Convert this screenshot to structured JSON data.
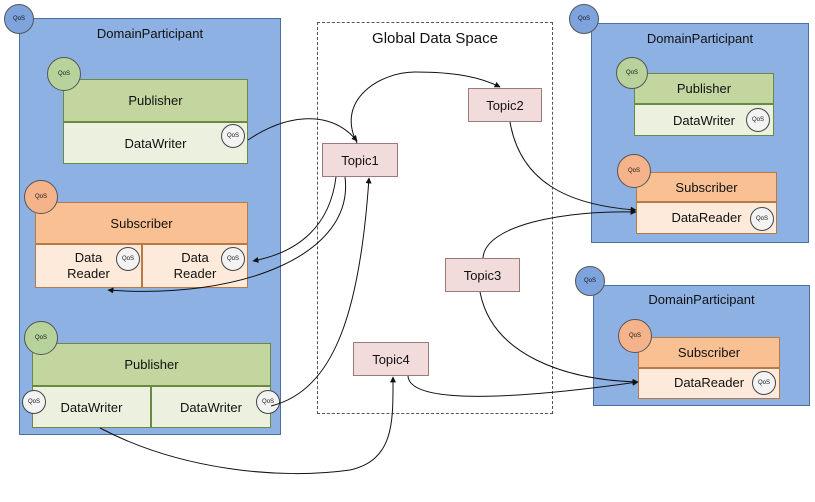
{
  "qos_label": "QoS",
  "global_space": {
    "title": "Global Data Space"
  },
  "left_participant": {
    "title": "DomainParticipant",
    "publisher1": {
      "label": "Publisher",
      "writer": "DataWriter"
    },
    "subscriber": {
      "label": "Subscriber",
      "reader1": "Data\nReader",
      "reader2": "Data\nReader"
    },
    "publisher2": {
      "label": "Publisher",
      "writer1": "DataWriter",
      "writer2": "DataWriter"
    }
  },
  "topics": {
    "topic1": "Topic1",
    "topic2": "Topic2",
    "topic3": "Topic3",
    "topic4": "Topic4"
  },
  "right_top_participant": {
    "title": "DomainParticipant",
    "publisher": {
      "label": "Publisher",
      "writer": "DataWriter"
    },
    "subscriber": {
      "label": "Subscriber",
      "reader": "DataReader"
    }
  },
  "right_bottom_participant": {
    "title": "DomainParticipant",
    "subscriber": {
      "label": "Subscriber",
      "reader": "DataReader"
    }
  }
}
